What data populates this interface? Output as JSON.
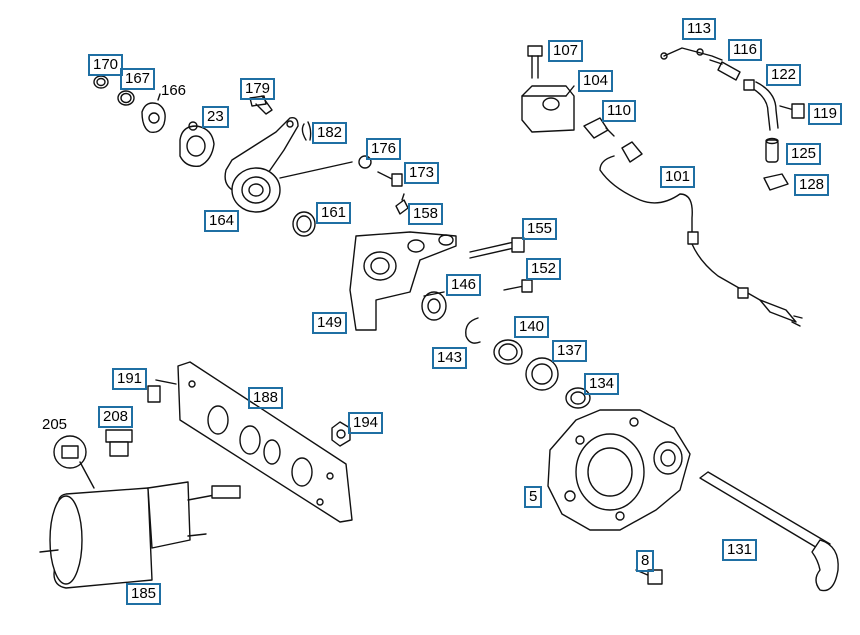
{
  "labels": [
    {
      "id": "170",
      "text": "170",
      "boxed": true
    },
    {
      "id": "167",
      "text": "167",
      "boxed": true
    },
    {
      "id": "166",
      "text": "166",
      "boxed": false
    },
    {
      "id": "23",
      "text": "23",
      "boxed": true
    },
    {
      "id": "179",
      "text": "179",
      "boxed": true
    },
    {
      "id": "182",
      "text": "182",
      "boxed": true
    },
    {
      "id": "176",
      "text": "176",
      "boxed": true
    },
    {
      "id": "173",
      "text": "173",
      "boxed": true
    },
    {
      "id": "164",
      "text": "164",
      "boxed": true
    },
    {
      "id": "161",
      "text": "161",
      "boxed": true
    },
    {
      "id": "158",
      "text": "158",
      "boxed": true
    },
    {
      "id": "155",
      "text": "155",
      "boxed": true
    },
    {
      "id": "152",
      "text": "152",
      "boxed": true
    },
    {
      "id": "146",
      "text": "146",
      "boxed": true
    },
    {
      "id": "149",
      "text": "149",
      "boxed": true
    },
    {
      "id": "140",
      "text": "140",
      "boxed": true
    },
    {
      "id": "137",
      "text": "137",
      "boxed": true
    },
    {
      "id": "143",
      "text": "143",
      "boxed": true
    },
    {
      "id": "134",
      "text": "134",
      "boxed": true
    },
    {
      "id": "107",
      "text": "107",
      "boxed": true
    },
    {
      "id": "104",
      "text": "104",
      "boxed": true
    },
    {
      "id": "110",
      "text": "110",
      "boxed": true
    },
    {
      "id": "113",
      "text": "113",
      "boxed": true
    },
    {
      "id": "116",
      "text": "116",
      "boxed": true
    },
    {
      "id": "122",
      "text": "122",
      "boxed": true
    },
    {
      "id": "119",
      "text": "119",
      "boxed": true
    },
    {
      "id": "125",
      "text": "125",
      "boxed": true
    },
    {
      "id": "128",
      "text": "128",
      "boxed": true
    },
    {
      "id": "101",
      "text": "101",
      "boxed": true
    },
    {
      "id": "191",
      "text": "191",
      "boxed": true
    },
    {
      "id": "188",
      "text": "188",
      "boxed": true
    },
    {
      "id": "208",
      "text": "208",
      "boxed": true
    },
    {
      "id": "205",
      "text": "205",
      "boxed": false
    },
    {
      "id": "194",
      "text": "194",
      "boxed": true
    },
    {
      "id": "185",
      "text": "185",
      "boxed": true
    },
    {
      "id": "5",
      "text": "5",
      "boxed": true
    },
    {
      "id": "8",
      "text": "8",
      "boxed": true
    },
    {
      "id": "131",
      "text": "131",
      "boxed": true
    }
  ]
}
